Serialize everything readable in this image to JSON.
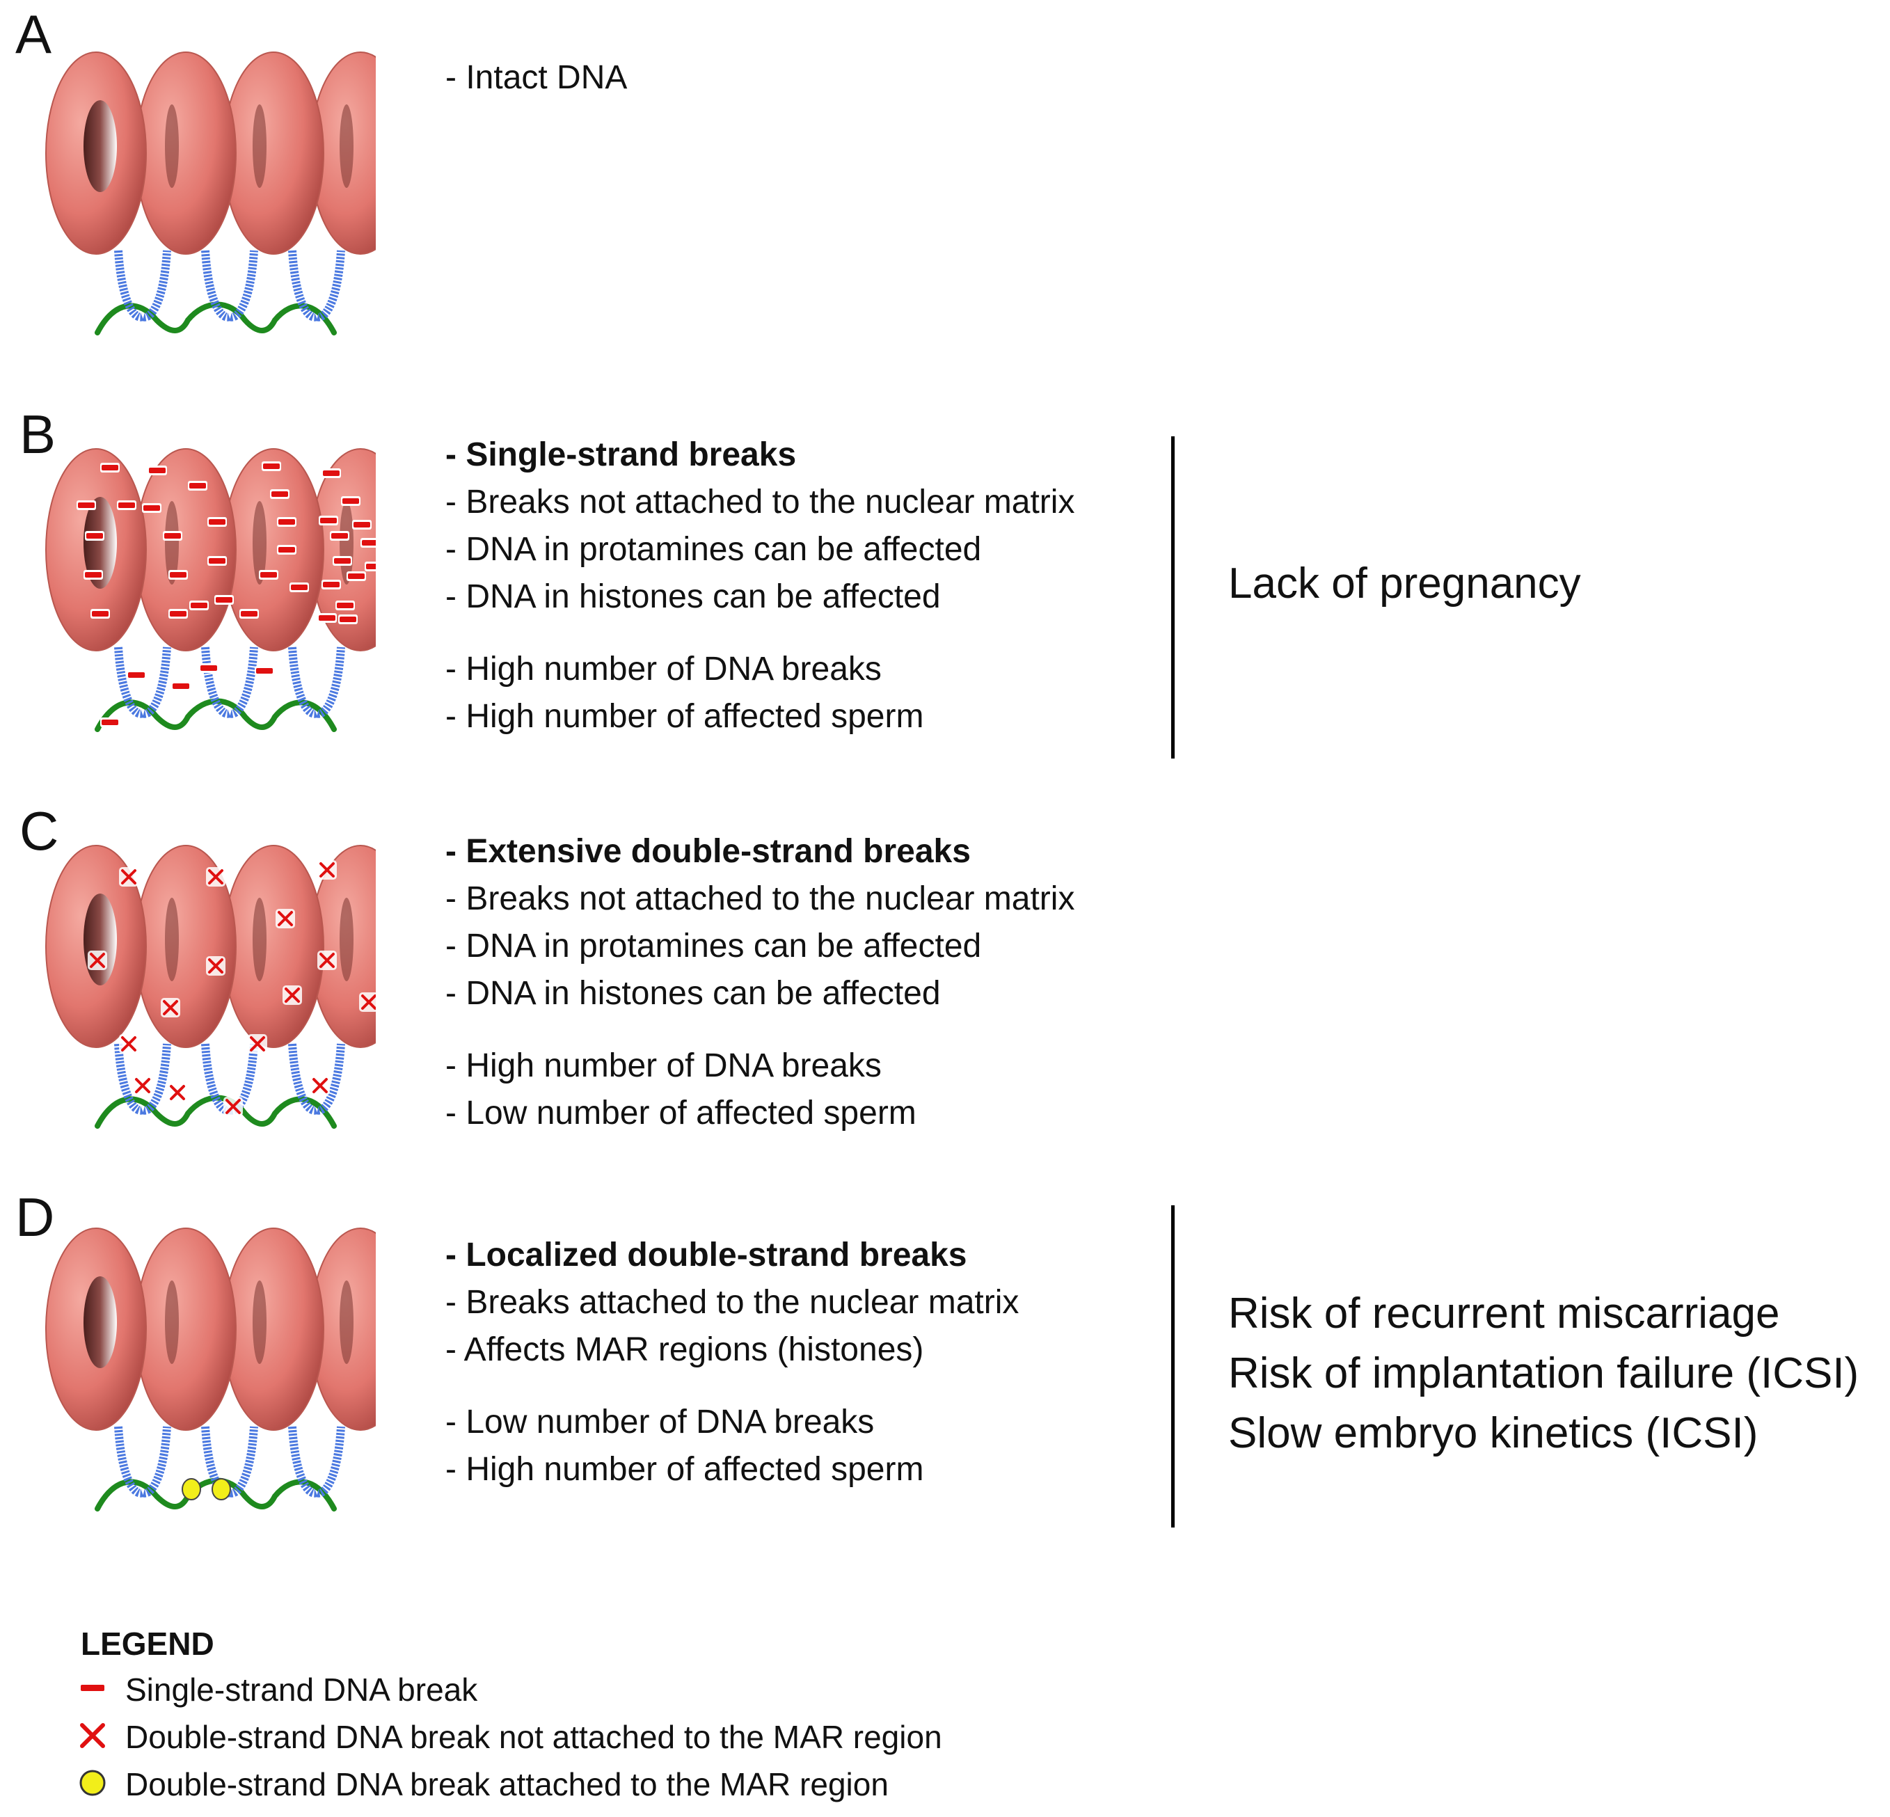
{
  "panels": [
    {
      "letter": "A",
      "lines": [
        {
          "text": "- Intact DNA",
          "bold": false
        }
      ]
    },
    {
      "letter": "B",
      "lines": [
        {
          "text": "- Single-strand breaks",
          "bold": true
        },
        {
          "text": "- Breaks not attached to the nuclear matrix",
          "bold": false
        },
        {
          "text": "- DNA in protamines can be affected",
          "bold": false
        },
        {
          "text": "- DNA in histones can be affected",
          "bold": false
        },
        {
          "text": "- High number of DNA breaks",
          "bold": false
        },
        {
          "text": "- High number of affected sperm",
          "bold": false
        }
      ]
    },
    {
      "letter": "C",
      "lines": [
        {
          "text": "- Extensive double-strand breaks",
          "bold": true
        },
        {
          "text": "- Breaks not attached to the nuclear matrix",
          "bold": false
        },
        {
          "text": "- DNA in protamines can be affected",
          "bold": false
        },
        {
          "text": "- DNA in histones can be affected",
          "bold": false
        },
        {
          "text": "- High number of DNA breaks",
          "bold": false
        },
        {
          "text": "- Low number of affected sperm",
          "bold": false
        }
      ]
    },
    {
      "letter": "D",
      "lines": [
        {
          "text": "- Localized double-strand breaks",
          "bold": true
        },
        {
          "text": "- Breaks attached to the nuclear matrix",
          "bold": false
        },
        {
          "text": "- Affects MAR regions (histones)",
          "bold": false
        },
        {
          "text": "- Low number of DNA breaks",
          "bold": false
        },
        {
          "text": "- High number of affected sperm",
          "bold": false
        }
      ]
    }
  ],
  "outcomes": {
    "b": [
      "Lack of pregnancy"
    ],
    "d": [
      "Risk of recurrent miscarriage",
      "Risk of implantation failure (ICSI)",
      "Slow embryo kinetics (ICSI)"
    ]
  },
  "legend": {
    "title": "LEGEND",
    "items": [
      {
        "symbol": "single-strand-break-dash",
        "label": "Single-strand DNA break"
      },
      {
        "symbol": "double-strand-break-cross",
        "label": "Double-strand DNA break not attached to the MAR region"
      },
      {
        "symbol": "yellow-circle",
        "label": "Double-strand DNA break attached to the MAR region"
      }
    ]
  },
  "colors": {
    "toroid_light": "#f4a9a0",
    "toroid_mid": "#e2766e",
    "toroid_dark": "#a9443f",
    "linker_blue": "#4a78e0",
    "matrix_green": "#1e8a1e",
    "break_red": "#e01010",
    "mar_yellow": "#f2ee1a",
    "text": "#111111"
  }
}
